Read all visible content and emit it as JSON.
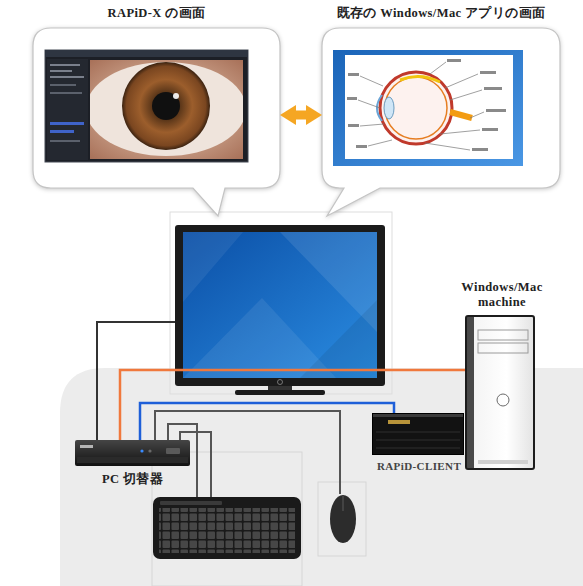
{
  "diagram": {
    "nodes": [
      {
        "text": [
          "RAPiD-X の画面"
        ]
      },
      {
        "text": [
          "既存の Windows/Mac アプリの画面"
        ]
      },
      {
        "text": [
          "Windows/Mac machine"
        ]
      },
      {
        "text": [
          "RAPiD-CLIENT"
        ]
      },
      {
        "text": [
          "PC 切替器"
        ]
      }
    ],
    "edges": [
      {
        "from": 0,
        "to": 1,
        "arrow": "both"
      },
      {
        "from": 4,
        "to": 2,
        "arrow": "none"
      },
      {
        "from": 4,
        "to": 3,
        "arrow": "none"
      }
    ]
  }
}
